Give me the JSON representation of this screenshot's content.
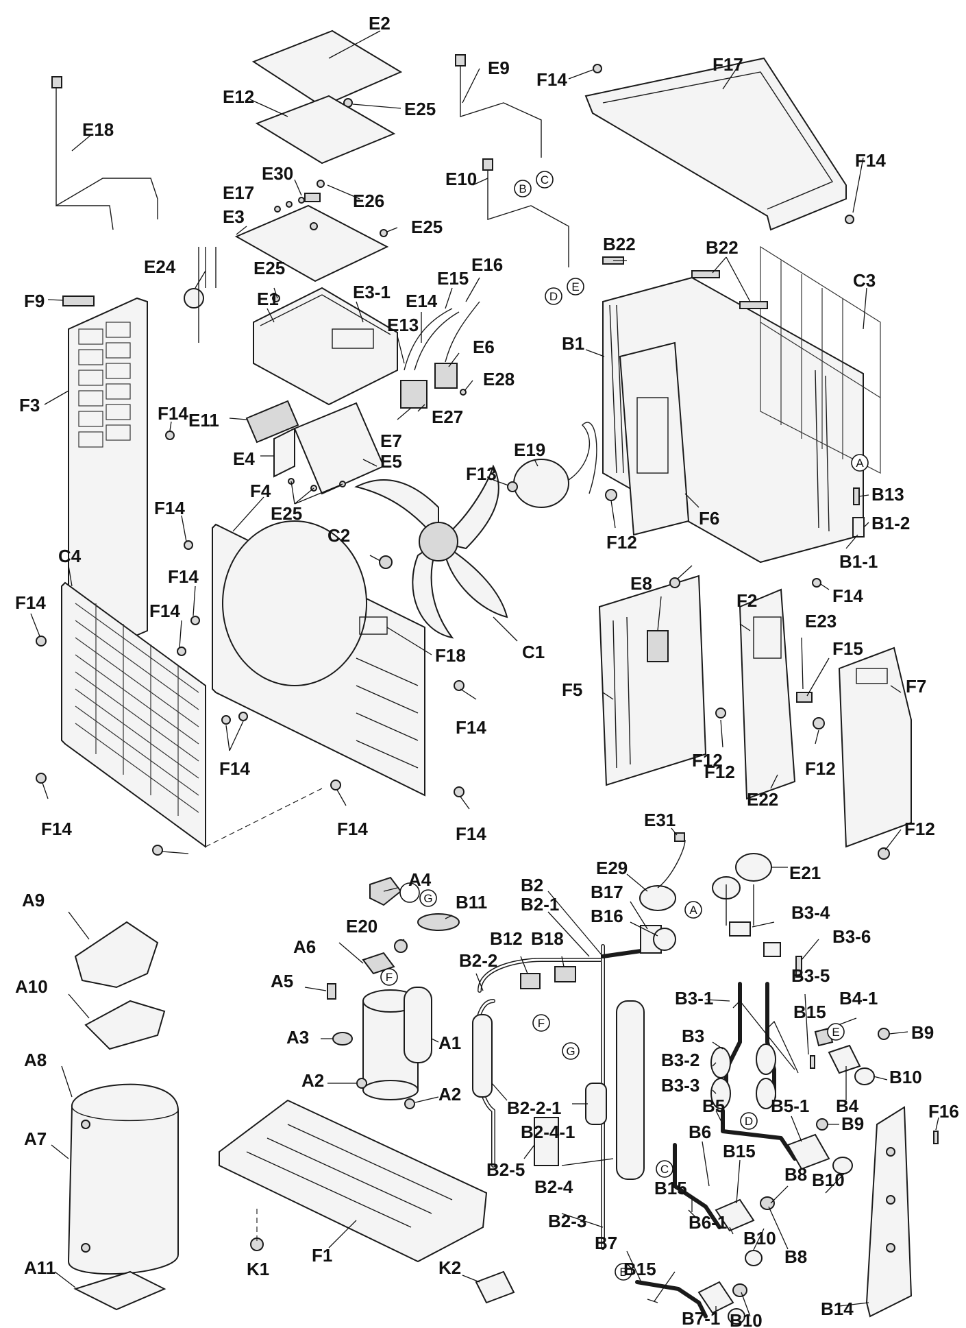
{
  "callouts": [
    "E2",
    "E25",
    "E12",
    "E9",
    "F14",
    "F17",
    "E18",
    "F14",
    "E10",
    "E30",
    "E17",
    "E26",
    "E3",
    "E25",
    "E24",
    "E25",
    "E16",
    "E3-1",
    "E15",
    "E14",
    "E13",
    "E1",
    "E6",
    "E28",
    "E27",
    "E11",
    "E7",
    "E4",
    "E5",
    "E25",
    "F9",
    "F3",
    "F14",
    "B22",
    "B22",
    "C3",
    "B1",
    "F13",
    "E19",
    "F6",
    "A",
    "B13",
    "B1-2",
    "F12",
    "B1-1",
    "F14",
    "F4",
    "C2",
    "C4",
    "F14",
    "F14",
    "F14",
    "F18",
    "C1",
    "F14",
    "F14",
    "F14",
    "F14",
    "F14",
    "F12",
    "E8",
    "F5",
    "F14",
    "F2",
    "E23",
    "F15",
    "F7",
    "F12",
    "F12",
    "E22",
    "F12",
    "E31",
    "E21",
    "E29",
    "A",
    "B3-4",
    "B3-6",
    "B3-5",
    "B3-1",
    "B15",
    "B4-1",
    "B9",
    "B3",
    "B3-2",
    "B3-3",
    "B10",
    "B4",
    "B5",
    "D",
    "B5-1",
    "B9",
    "F16",
    "B6",
    "B15",
    "B8",
    "B10",
    "B15",
    "B10",
    "B6-1",
    "B8",
    "B7",
    "B15",
    "B7-1",
    "B10",
    "B14",
    "B",
    "E",
    "A4",
    "A9",
    "B2",
    "B2-1",
    "B17",
    "B16",
    "E20",
    "B11",
    "A6",
    "A5",
    "B12",
    "B18",
    "B2-2",
    "A10",
    "A3",
    "A1",
    "A8",
    "A2",
    "A2",
    "B2-2-1",
    "B2-4-1",
    "A7",
    "B2-5",
    "B2-4",
    "B2-3",
    "F1",
    "A11",
    "K1",
    "K2"
  ],
  "connectors": [
    "B",
    "C",
    "D",
    "E",
    "G",
    "F",
    "F",
    "G",
    "A",
    "E",
    "D",
    "C",
    "B"
  ]
}
